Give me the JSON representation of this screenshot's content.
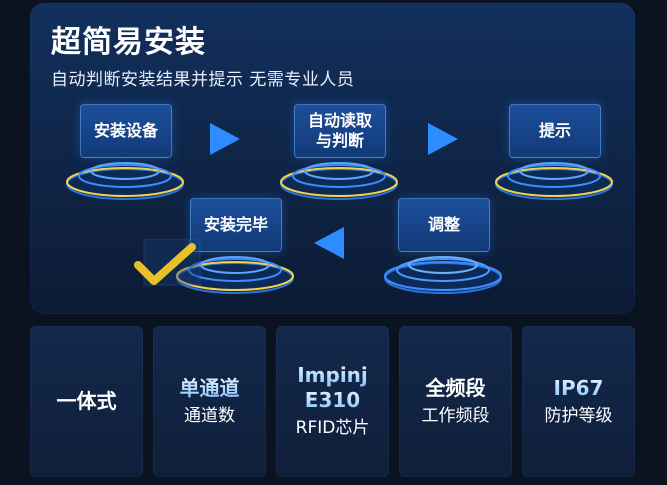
{
  "header": {
    "title": "超简易安装",
    "subtitle": "自动判断安装结果并提示 无需专业人员"
  },
  "steps": [
    {
      "label_lines": [
        "安装设备"
      ]
    },
    {
      "label_lines": [
        "自动读取",
        "与判断"
      ]
    },
    {
      "label_lines": [
        "提示"
      ]
    },
    {
      "label_lines": [
        "调整"
      ]
    },
    {
      "label_lines": [
        "安装完毕"
      ]
    }
  ],
  "features": [
    {
      "value_lines": [
        "一体式"
      ],
      "label": ""
    },
    {
      "value_lines": [
        "单通道"
      ],
      "label": "通道数"
    },
    {
      "value_lines": [
        "Impinj",
        "E310"
      ],
      "label": "RFID芯片"
    },
    {
      "value_lines": [
        "全频段"
      ],
      "label": "工作频段"
    },
    {
      "value_lines": [
        "IP67"
      ],
      "label": "防护等级"
    }
  ],
  "colors": {
    "background": "#0b1220",
    "panel": "#12305d",
    "accent_blue": "#2d8cff",
    "ring_yellow": "#f2d24a",
    "check": "#e7c02b"
  }
}
